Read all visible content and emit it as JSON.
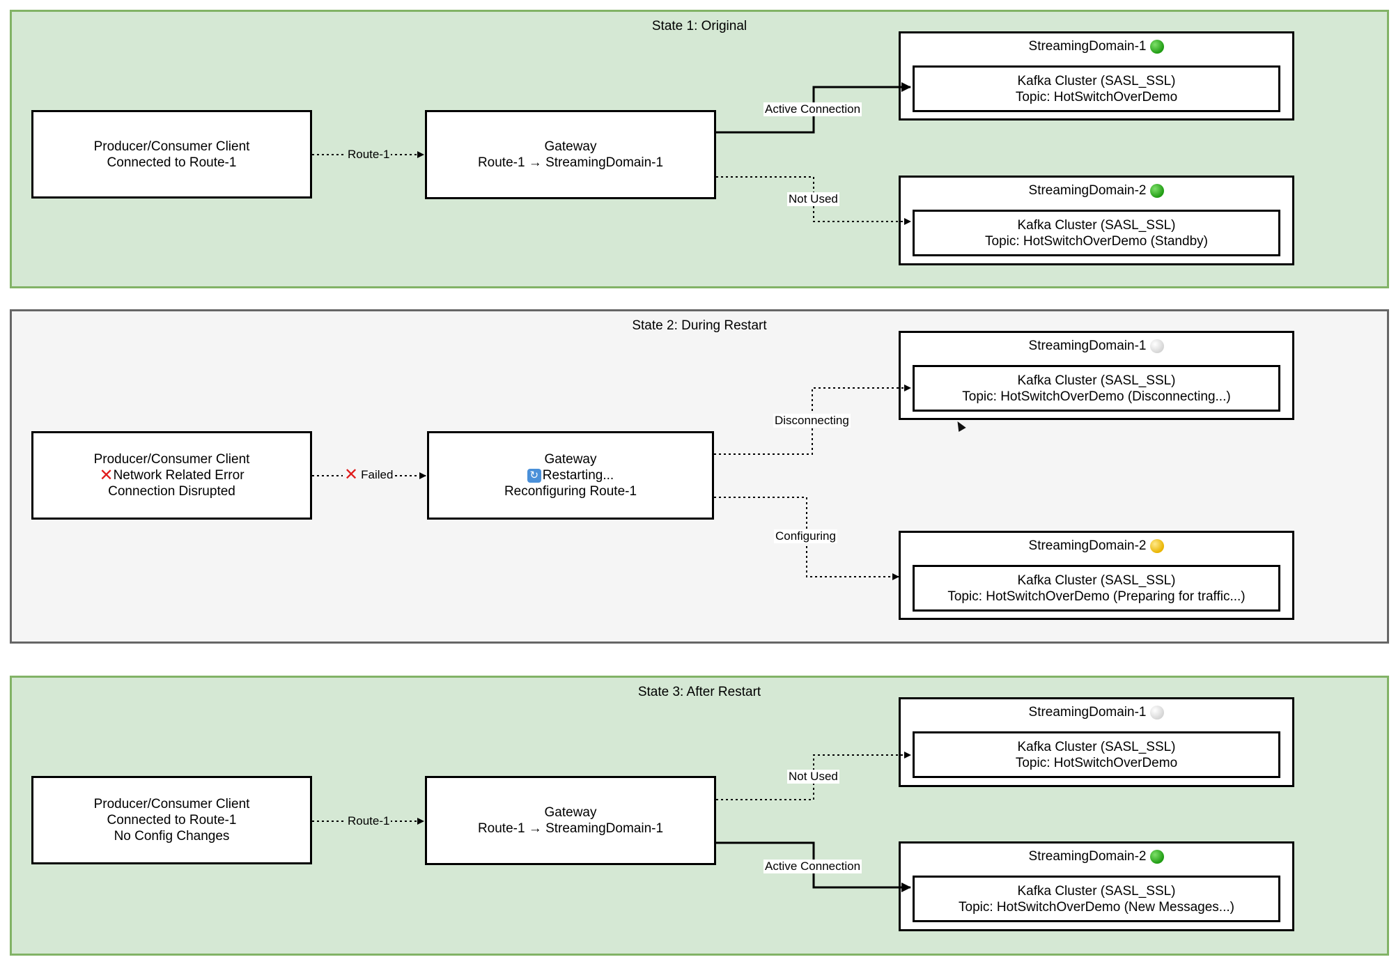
{
  "states": [
    {
      "title": "State 1: Original",
      "client": [
        "Producer/Consumer Client",
        "Connected to Route-1"
      ],
      "client_gateway_label": "Route-1",
      "gateway": [
        "Gateway",
        "Route-1 → StreamingDomain-1"
      ],
      "domain1": {
        "name": "StreamingDomain-1",
        "status": "green-circle-icon",
        "cluster": [
          "Kafka Cluster (SASL_SSL)",
          "Topic: HotSwitchOverDemo"
        ]
      },
      "domain2": {
        "name": "StreamingDomain-2",
        "status": "green-circle-icon",
        "cluster": [
          "Kafka Cluster (SASL_SSL)",
          "Topic: HotSwitchOverDemo (Standby)"
        ]
      },
      "edge_top_label": "Active Connection",
      "edge_bottom_label": "Not Used"
    },
    {
      "title": "State 2: During Restart",
      "client": [
        "Producer/Consumer Client",
        "Network Related Error",
        "Connection Disrupted"
      ],
      "client_gateway_label": "Failed",
      "gateway": [
        "Gateway",
        "Restarting...",
        "Reconfiguring Route-1"
      ],
      "domain1": {
        "name": "StreamingDomain-1",
        "status": "white-circle-icon",
        "cluster": [
          "Kafka Cluster (SASL_SSL)",
          "Topic: HotSwitchOverDemo (Disconnecting...)"
        ]
      },
      "domain2": {
        "name": "StreamingDomain-2",
        "status": "yellow-circle-icon",
        "cluster": [
          "Kafka Cluster (SASL_SSL)",
          "Topic: HotSwitchOverDemo (Preparing for traffic...)"
        ]
      },
      "edge_top_label": "Disconnecting",
      "edge_bottom_label": "Configuring"
    },
    {
      "title": "State 3: After Restart",
      "client": [
        "Producer/Consumer Client",
        "Connected to Route-1",
        "No Config Changes"
      ],
      "client_gateway_label": "Route-1",
      "gateway": [
        "Gateway",
        "Route-1 → StreamingDomain-1"
      ],
      "domain1": {
        "name": "StreamingDomain-1",
        "status": "white-circle-icon",
        "cluster": [
          "Kafka Cluster (SASL_SSL)",
          "Topic: HotSwitchOverDemo"
        ]
      },
      "domain2": {
        "name": "StreamingDomain-2",
        "status": "green-circle-icon",
        "cluster": [
          "Kafka Cluster (SASL_SSL)",
          "Topic: HotSwitchOverDemo (New Messages...)"
        ]
      },
      "edge_top_label": "Not Used",
      "edge_bottom_label": "Active Connection"
    }
  ],
  "colors": {
    "active_panel_fill": "#d5e8d4",
    "active_panel_border": "#82b366",
    "restart_panel_fill": "#f5f5f5",
    "restart_panel_border": "#666666",
    "error_icon": "#e01b1b"
  }
}
